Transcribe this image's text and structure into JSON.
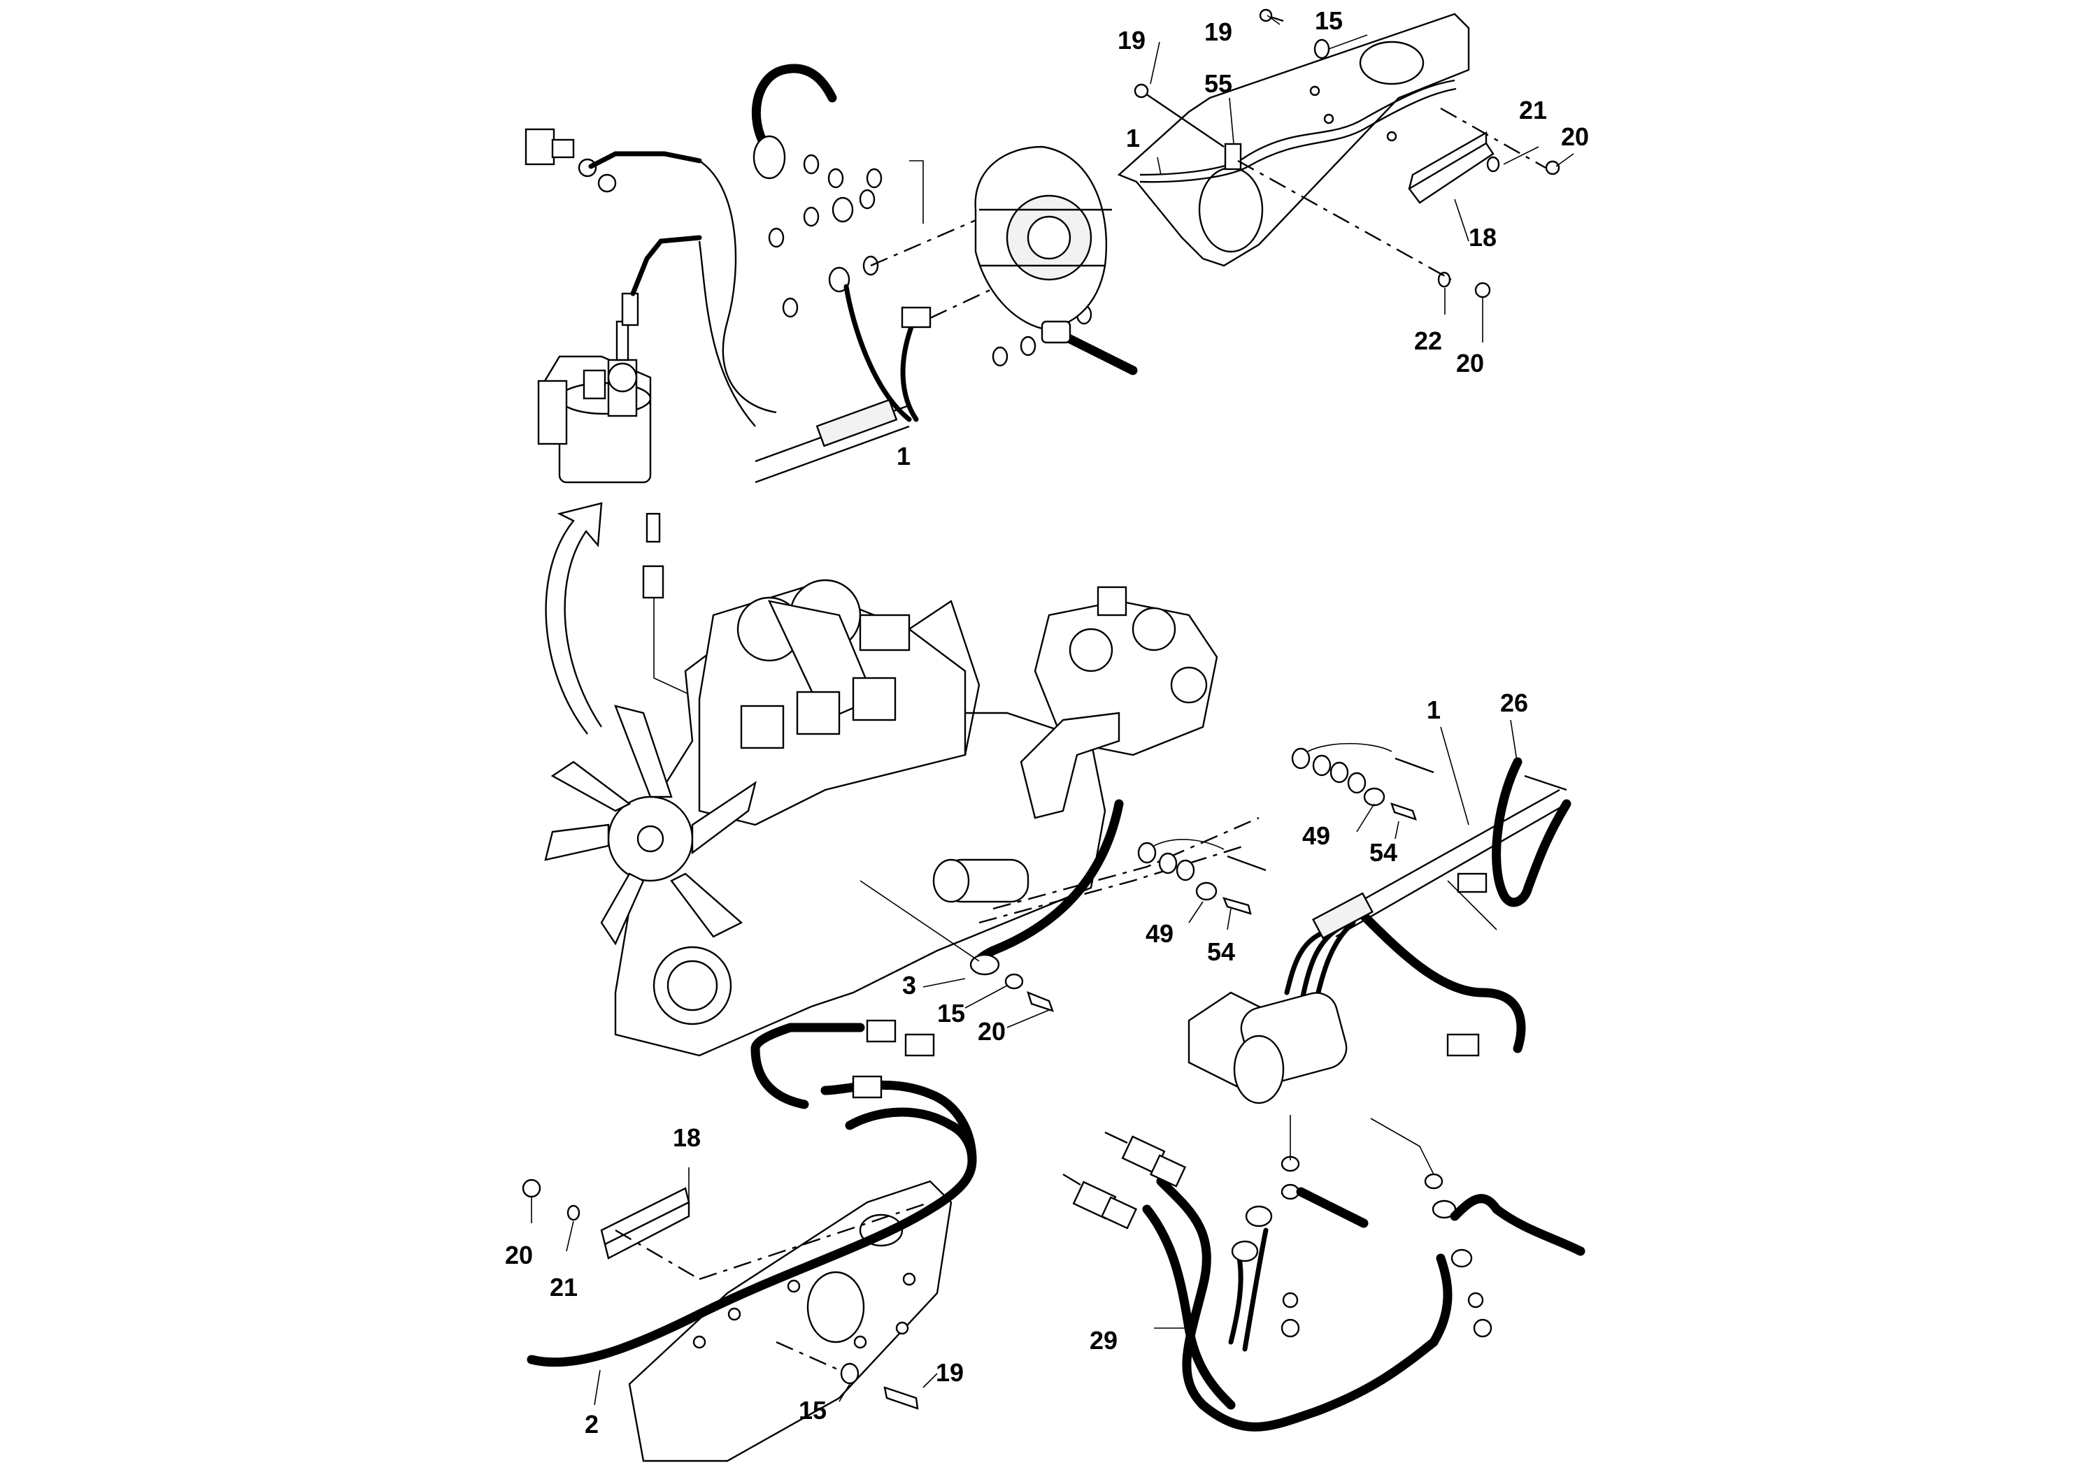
{
  "callouts": {
    "top_left": {
      "c1": "1"
    },
    "top_right": {
      "c19a": "19",
      "c19b": "19",
      "c15": "15",
      "c55": "55",
      "c1": "1",
      "c21": "21",
      "c20a": "20",
      "c18": "18",
      "c22": "22",
      "c20b": "20"
    },
    "middle": {
      "c1": "1",
      "c26": "26",
      "c49a": "49",
      "c54a": "54",
      "c49b": "49",
      "c54b": "54",
      "c3": "3",
      "c15": "15",
      "c20": "20"
    },
    "bottom_left": {
      "c18": "18",
      "c20": "20",
      "c21": "21",
      "c2": "2",
      "c15": "15",
      "c19": "19"
    },
    "bottom_right": {
      "c29": "29"
    }
  }
}
